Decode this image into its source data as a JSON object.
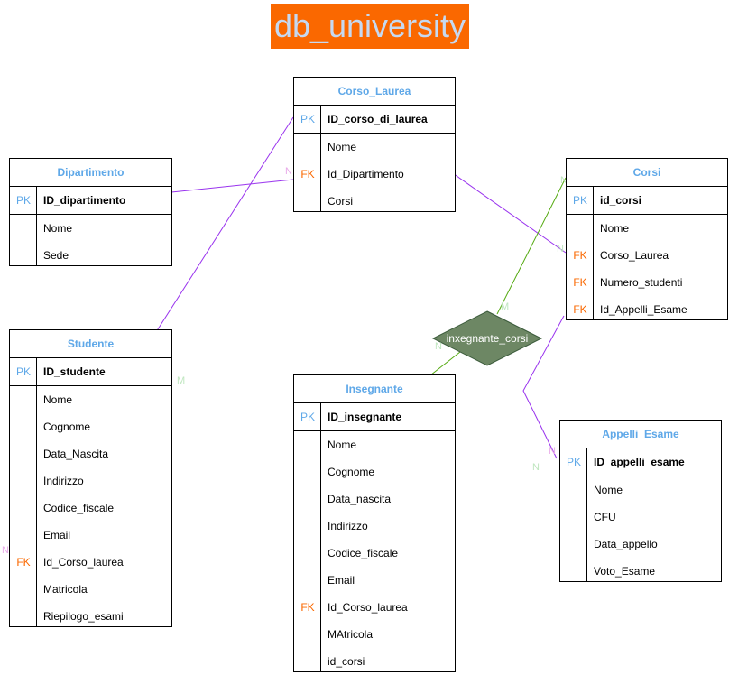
{
  "title": "db_university",
  "relationship": "inxegnante_corsi",
  "cardinality": {
    "n": "N",
    "m": "M"
  },
  "entities": {
    "corso_laurea": {
      "title": "Corso_Laurea",
      "pk": "ID_corso_di_laurea",
      "fields": [
        {
          "key": "",
          "name": "Nome"
        },
        {
          "key": "FK",
          "name": "Id_Dipartimento"
        },
        {
          "key": "",
          "name": "Corsi"
        }
      ]
    },
    "dipartimento": {
      "title": "Dipartimento",
      "pk": "ID_dipartimento",
      "fields": [
        {
          "key": "",
          "name": "Nome"
        },
        {
          "key": "",
          "name": "Sede"
        }
      ]
    },
    "corsi": {
      "title": "Corsi",
      "pk": "id_corsi",
      "fields": [
        {
          "key": "",
          "name": "Nome"
        },
        {
          "key": "FK",
          "name": "Corso_Laurea"
        },
        {
          "key": "FK",
          "name": "Numero_studenti"
        },
        {
          "key": "FK",
          "name": "Id_Appelli_Esame"
        }
      ]
    },
    "studente": {
      "title": "Studente",
      "pk": "ID_studente",
      "fields": [
        {
          "key": "",
          "name": "Nome"
        },
        {
          "key": "",
          "name": "Cognome"
        },
        {
          "key": "",
          "name": "Data_Nascita"
        },
        {
          "key": "",
          "name": "Indirizzo"
        },
        {
          "key": "",
          "name": "Codice_fiscale"
        },
        {
          "key": "",
          "name": "Email"
        },
        {
          "key": "FK",
          "name": "Id_Corso_laurea"
        },
        {
          "key": "",
          "name": "Matricola"
        },
        {
          "key": "",
          "name": "Riepilogo_esami"
        }
      ]
    },
    "insegnante": {
      "title": "Insegnante",
      "pk": "ID_insegnante",
      "fields": [
        {
          "key": "",
          "name": "Nome"
        },
        {
          "key": "",
          "name": "Cognome"
        },
        {
          "key": "",
          "name": "Data_nascita"
        },
        {
          "key": "",
          "name": "Indirizzo"
        },
        {
          "key": "",
          "name": "Codice_fiscale"
        },
        {
          "key": "",
          "name": "Email"
        },
        {
          "key": "FK",
          "name": "Id_Corso_laurea"
        },
        {
          "key": "",
          "name": "MAtricola"
        },
        {
          "key": "",
          "name": "id_corsi"
        }
      ]
    },
    "appelli_esame": {
      "title": "Appelli_Esame",
      "pk": "ID_appelli_esame",
      "fields": [
        {
          "key": "",
          "name": "Nome"
        },
        {
          "key": "",
          "name": "CFU"
        },
        {
          "key": "",
          "name": "Data_appello"
        },
        {
          "key": "",
          "name": "Voto_Esame"
        }
      ]
    }
  },
  "colors": {
    "purple_line": "#9933ee",
    "green_line": "#55aa11",
    "diamond": "#6d8764",
    "pk": "#5fa8e8",
    "fk": "#fa6800",
    "title_bg": "#fa6800"
  }
}
